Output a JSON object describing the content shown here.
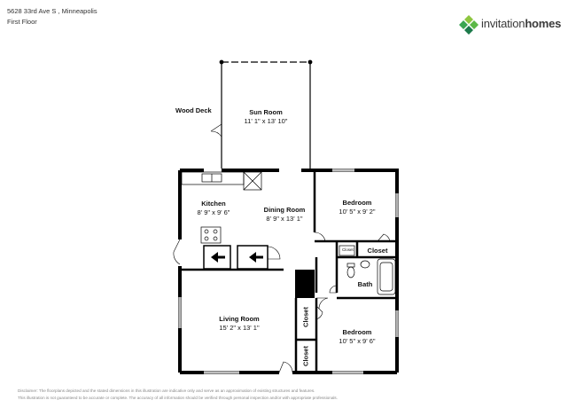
{
  "header": {
    "address": "5628 33rd Ave S , Minneapolis",
    "floor": "First Floor"
  },
  "logo": {
    "icon": "invitation-homes-diamond-icon",
    "text_light": "invitation",
    "text_bold": "homes",
    "colors": [
      "#8dc63f",
      "#3aa651",
      "#1c7a4a"
    ]
  },
  "rooms": {
    "sun_room": {
      "name": "Sun Room",
      "dims": "11' 1\" x 13' 10\""
    },
    "wood_deck": {
      "name": "Wood Deck"
    },
    "kitchen": {
      "name": "Kitchen",
      "dims": "8' 9\" x 9' 6\""
    },
    "dining_room": {
      "name": "Dining Room",
      "dims": "8' 9\" x 13' 1\""
    },
    "bedroom_1": {
      "name": "Bedroom",
      "dims": "10' 5\" x 9' 2\""
    },
    "closet_small": {
      "name": "Closet"
    },
    "closet_1": {
      "name": "Closet"
    },
    "bath": {
      "name": "Bath"
    },
    "living_room": {
      "name": "Living Room",
      "dims": "15' 2\" x 13' 1\""
    },
    "closet_2": {
      "name": "Closet"
    },
    "closet_3": {
      "name": "Closet"
    },
    "bedroom_2": {
      "name": "Bedroom",
      "dims": "10' 5\" x 9' 6\""
    }
  },
  "disclaimer": {
    "line1": "Disclaimer: The floorplans depicted and the stated dimensions in this illustration are indicative only and serve as an approximation of existing structures and features.",
    "line2": "This illustration is not guaranteed to be accurate or complete. The accuracy of all information should be verified through personal inspection and/or with appropriate professionals."
  }
}
